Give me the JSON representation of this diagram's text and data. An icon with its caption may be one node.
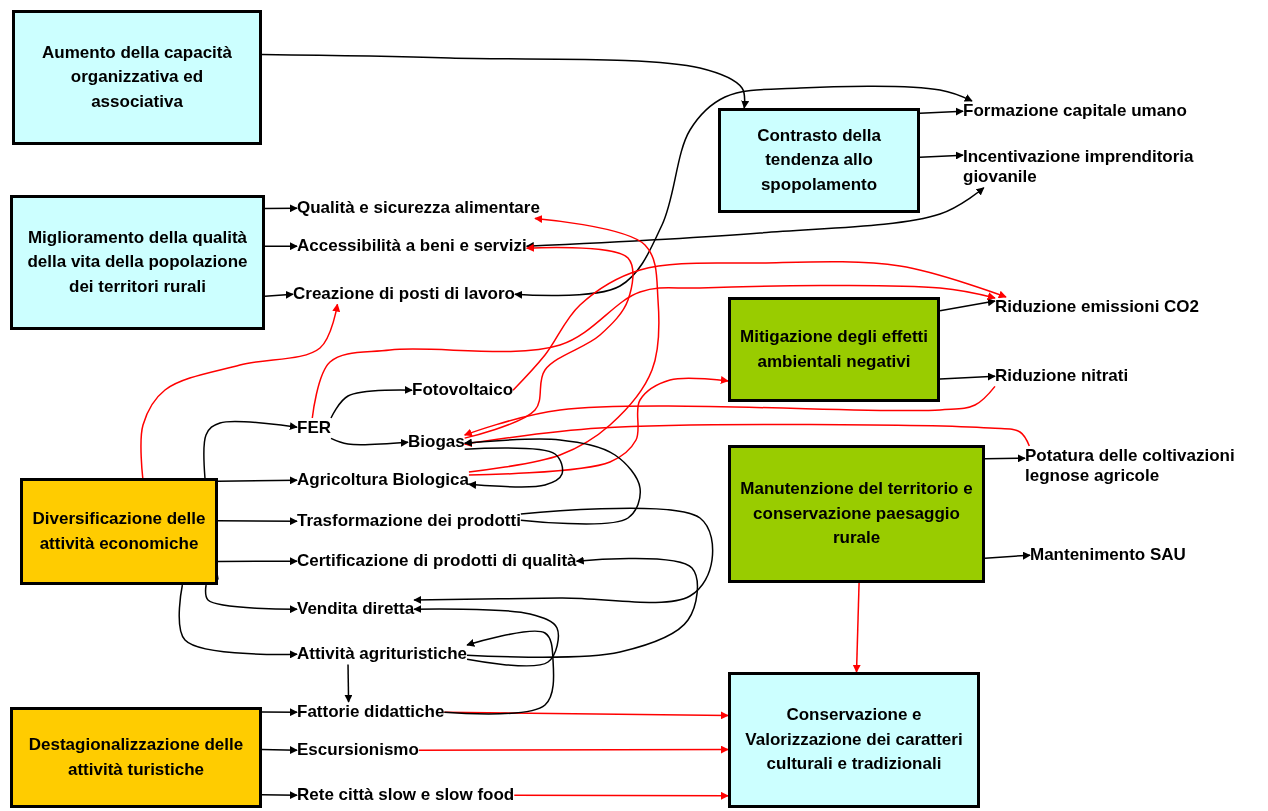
{
  "diagram": {
    "nodes": [
      {
        "text": [
          "Aumento della capacità organizzativa ed associativa"
        ]
      },
      {
        "text": [
          "Contrasto della tendenza allo spopolamento"
        ]
      },
      {
        "text": [
          "Formazione capitale umano"
        ]
      },
      {
        "text": [
          "Incentivazione imprenditoria giovanile"
        ]
      },
      {
        "text": [
          "Miglioramento della qualità della vita della popolazione dei territori rurali"
        ]
      },
      {
        "text": [
          "Qualità e sicurezza alimentare"
        ]
      },
      {
        "text": [
          "Accessibilità a beni e servizi"
        ]
      },
      {
        "text": [
          "Creazione di posti di lavoro"
        ]
      },
      {
        "text": [
          "Mitigazione degli effetti ambientali negativi"
        ]
      },
      {
        "text": [
          "Riduzione emissioni CO2"
        ]
      },
      {
        "text": [
          "Riduzione nitrati"
        ]
      },
      {
        "text": [
          "Fotovoltaico"
        ]
      },
      {
        "text": [
          "FER"
        ]
      },
      {
        "text": [
          "Biogas"
        ]
      },
      {
        "text": [
          "Manutenzione del territorio e conservazione paesaggio rurale"
        ]
      },
      {
        "text": [
          "Potatura delle coltivazioni legnose agricole"
        ]
      },
      {
        "text": [
          "Mantenimento SAU"
        ]
      },
      {
        "text": [
          "Diversificazione delle attività economiche"
        ]
      },
      {
        "text": [
          "Agricoltura Biologica"
        ]
      },
      {
        "text": [
          "Trasformazione dei prodotti"
        ]
      },
      {
        "text": [
          "Certificazione di prodotti di qualità"
        ]
      },
      {
        "text": [
          "Vendita diretta"
        ]
      },
      {
        "text": [
          "Attività agrituristiche"
        ]
      },
      {
        "text": [
          "Fattorie didattiche"
        ]
      },
      {
        "text": [
          "Escursionismo"
        ]
      },
      {
        "text": [
          "Rete città slow e slow food"
        ]
      },
      {
        "text": [
          "Destagionalizzazione delle attività turistiche"
        ]
      },
      {
        "text": [
          "Conservazione e Valorizzazione dei caratteri culturali e tradizionali"
        ]
      }
    ],
    "edges": [
      {
        "from": 0,
        "to": 1,
        "arrow": "to"
      },
      {
        "from": 1,
        "to": 2,
        "arrow": "to"
      },
      {
        "from": 1,
        "to": 3,
        "arrow": "to"
      },
      {
        "from": 4,
        "to": 5,
        "arrow": "to"
      },
      {
        "from": 4,
        "to": 6,
        "arrow": "to"
      },
      {
        "from": 4,
        "to": 7,
        "arrow": "to"
      },
      {
        "from": 7,
        "to": 2,
        "arrow": "both"
      },
      {
        "from": 6,
        "to": 3,
        "arrow": "both"
      },
      {
        "from": 8,
        "to": 9,
        "arrow": "to"
      },
      {
        "from": 8,
        "to": 10,
        "arrow": "to"
      },
      {
        "from": 14,
        "to": 15,
        "arrow": "to"
      },
      {
        "from": 14,
        "to": 16,
        "arrow": "to"
      },
      {
        "from": 14,
        "to": 27,
        "arrow": "to",
        "color": "#ff0000"
      },
      {
        "from": 17,
        "to": 12,
        "arrow": "to"
      },
      {
        "from": 17,
        "to": 18,
        "arrow": "to"
      },
      {
        "from": 17,
        "to": 19,
        "arrow": "to"
      },
      {
        "from": 17,
        "to": 20,
        "arrow": "to"
      },
      {
        "from": 17,
        "to": 21,
        "arrow": "to"
      },
      {
        "from": 17,
        "to": 22,
        "arrow": "to"
      },
      {
        "from": 12,
        "to": 11,
        "arrow": "to"
      },
      {
        "from": 12,
        "to": 13,
        "arrow": "to"
      },
      {
        "from": 22,
        "to": 23,
        "arrow": "to"
      },
      {
        "from": 26,
        "to": 23,
        "arrow": "to"
      },
      {
        "from": 26,
        "to": 24,
        "arrow": "to"
      },
      {
        "from": 26,
        "to": 25,
        "arrow": "to"
      },
      {
        "from": 23,
        "to": 27,
        "arrow": "to",
        "color": "#ff0000"
      },
      {
        "from": 24,
        "to": 27,
        "arrow": "to",
        "color": "#ff0000"
      },
      {
        "from": 25,
        "to": 27,
        "arrow": "to",
        "color": "#ff0000"
      },
      {
        "from": 17,
        "to": 7,
        "arrow": "to",
        "color": "#ff0000"
      },
      {
        "from": 12,
        "to": 9,
        "arrow": "to",
        "color": "#ff0000"
      },
      {
        "from": 11,
        "to": 9,
        "arrow": "to",
        "color": "#ff0000"
      },
      {
        "from": 10,
        "to": 13,
        "arrow": "to",
        "color": "#ff0000"
      },
      {
        "from": 15,
        "to": 13,
        "arrow": "to",
        "color": "#ff0000"
      },
      {
        "from": 13,
        "to": 6,
        "arrow": "to",
        "color": "#ff0000"
      },
      {
        "from": 18,
        "to": 5,
        "arrow": "to",
        "color": "#ff0000"
      },
      {
        "from": 18,
        "to": 8,
        "arrow": "to",
        "color": "#ff0000"
      },
      {
        "from": 19,
        "to": 13,
        "arrow": "to"
      },
      {
        "from": 13,
        "to": 18,
        "arrow": "to"
      },
      {
        "from": 19,
        "to": 21,
        "arrow": "to"
      },
      {
        "from": 22,
        "to": 20,
        "arrow": "to"
      },
      {
        "from": 22,
        "to": 21,
        "arrow": "to"
      },
      {
        "from": 23,
        "to": 22,
        "arrow": "to"
      }
    ]
  }
}
